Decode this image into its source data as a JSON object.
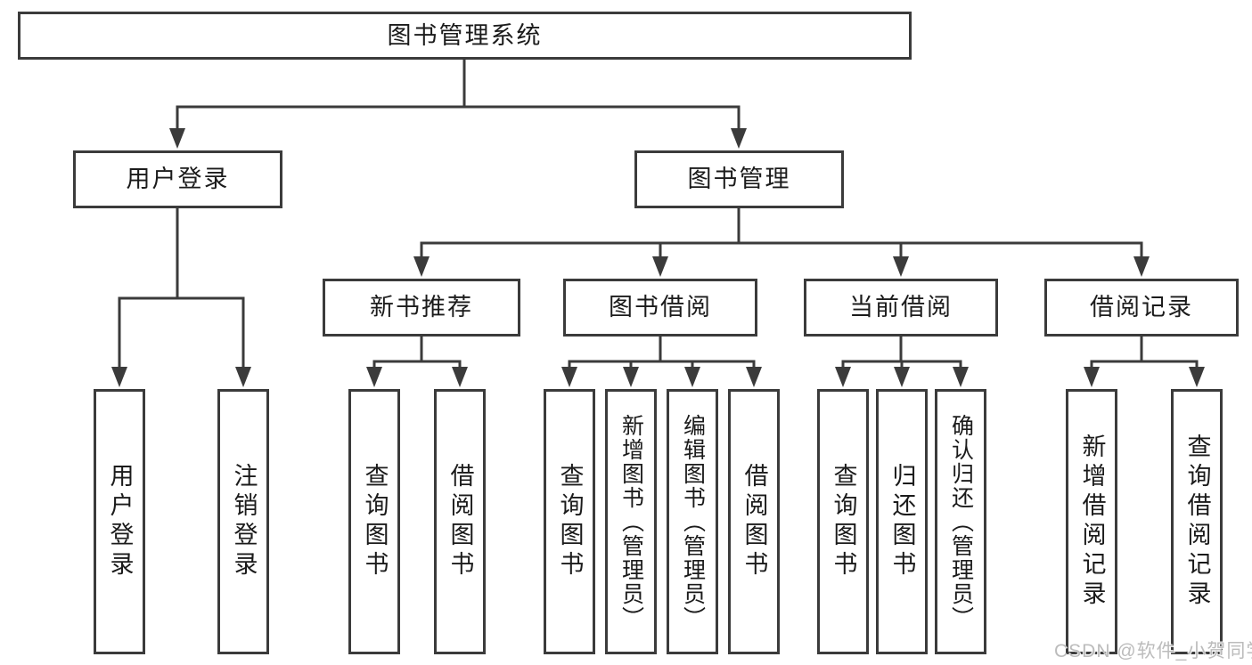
{
  "title": {
    "label": "图书管理系统"
  },
  "level2": [
    {
      "label": "用户登录"
    },
    {
      "label": "图书管理"
    }
  ],
  "level3": [
    {
      "label": "新书推荐"
    },
    {
      "label": "图书借阅"
    },
    {
      "label": "当前借阅"
    },
    {
      "label": "借阅记录"
    }
  ],
  "leaves": [
    {
      "label": "用户登录"
    },
    {
      "label": "注销登录"
    },
    {
      "label": "查询图书"
    },
    {
      "label": "借阅图书"
    },
    {
      "label": "查询图书"
    },
    {
      "label": "新增图书（管理员）"
    },
    {
      "label": "编辑图书（管理员）"
    },
    {
      "label": "借阅图书"
    },
    {
      "label": "查询图书"
    },
    {
      "label": "归还图书"
    },
    {
      "label": "确认归还（管理员）"
    },
    {
      "label": "新增借阅记录"
    },
    {
      "label": "查询借阅记录"
    }
  ],
  "watermark": {
    "text": "CSDN @软件_小贺同学"
  },
  "colors": {
    "line": "#3b3b3b",
    "text": "#1b1b1b",
    "watermark": "#bcbcbc",
    "background": "#ffffff"
  }
}
